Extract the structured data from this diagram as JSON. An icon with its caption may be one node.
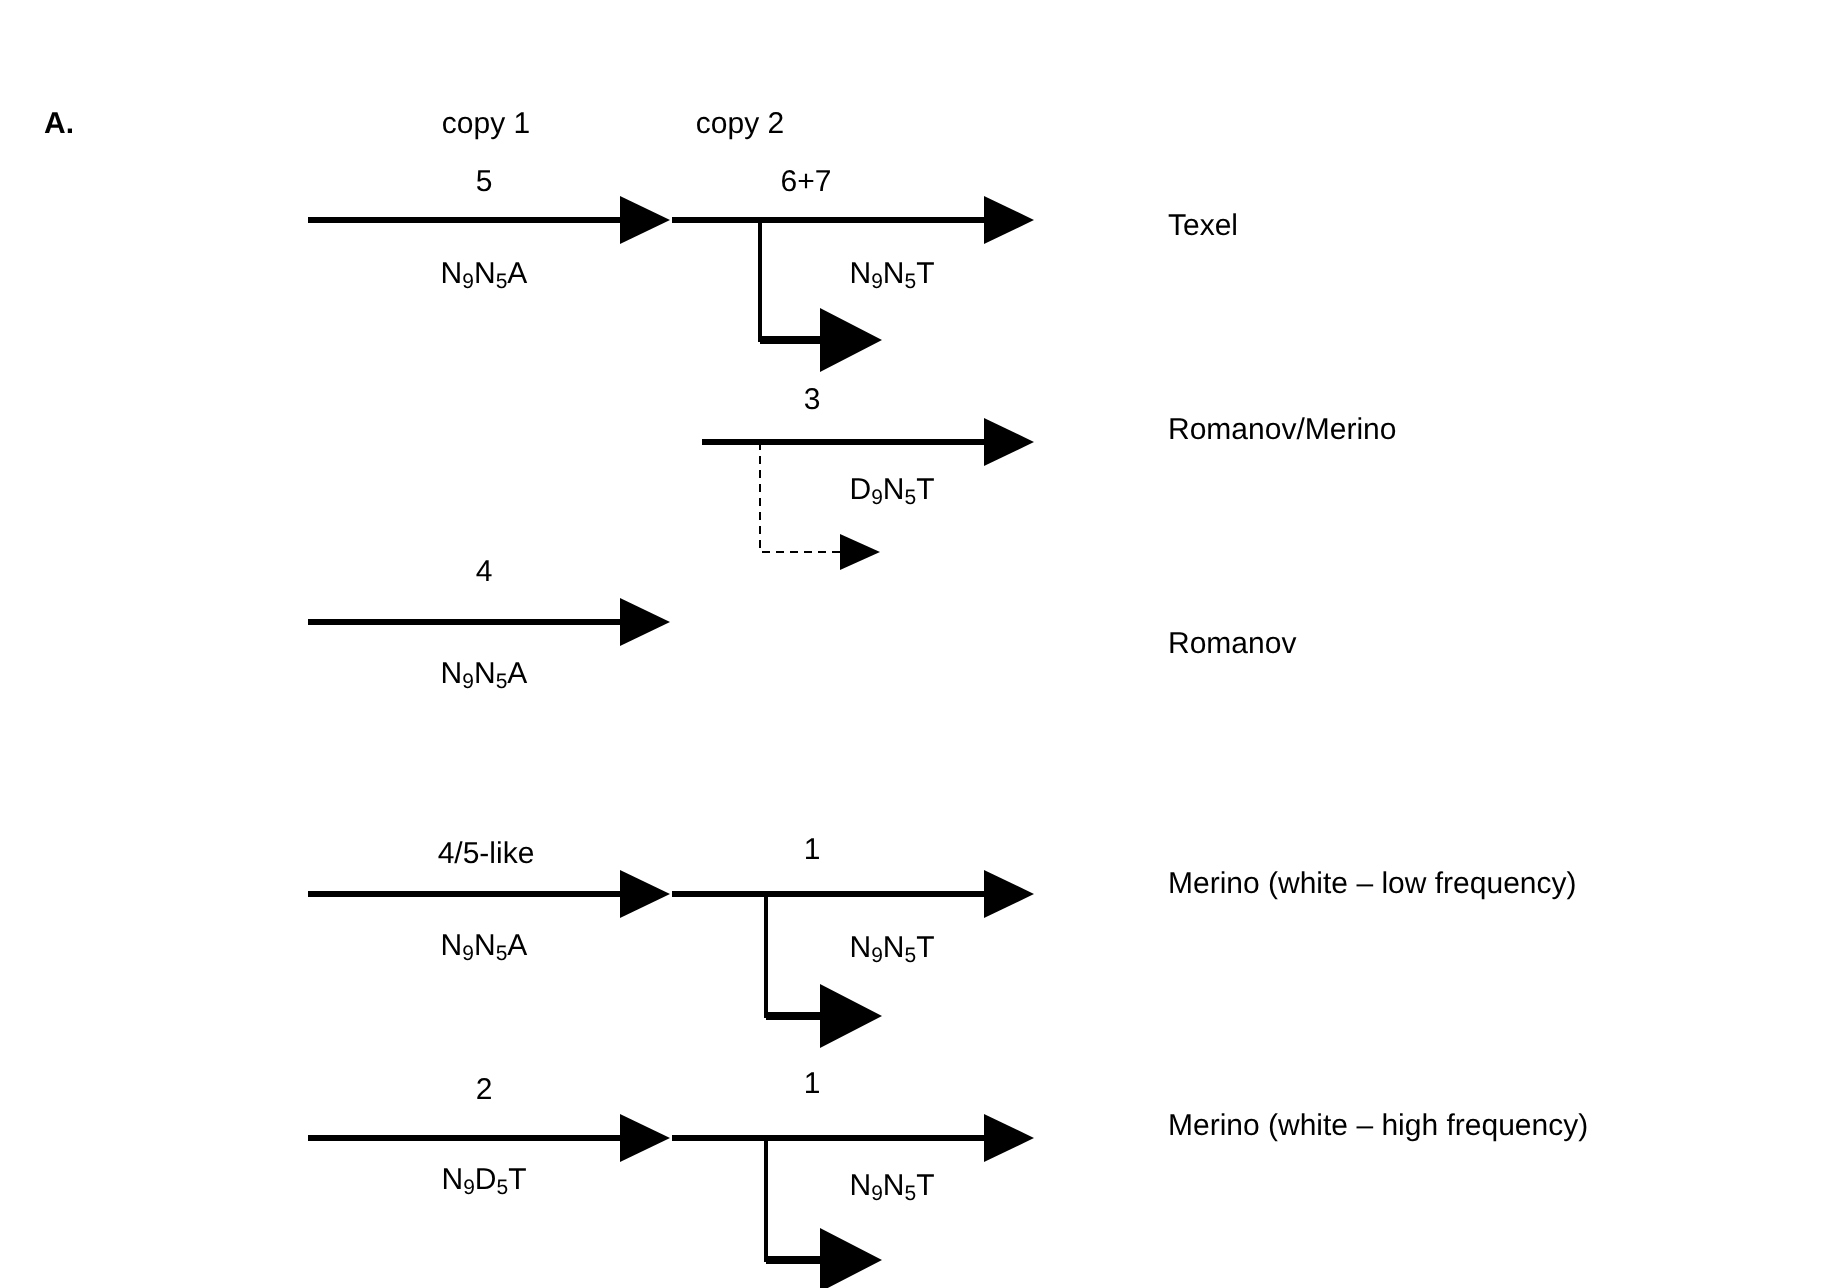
{
  "diagram": {
    "labels": [
      "A.",
      "copy 1",
      "copy 2",
      "5",
      "6+7",
      "Texel",
      "N$_{9}$N$_{5}$A",
      "N$_{9}$N$_{5}$T",
      "3",
      "Romanov/Merino",
      "D$_{9}$N$_{5}$T",
      "4",
      "Romanov",
      "N$_{9}$N$_{5}$A",
      "4/5-like",
      "1",
      "Merino (white – low frequency)",
      "N$_{9}$N$_{5}$A",
      "N$_{9}$N$_{5}$T",
      "2",
      "1",
      "Merino (white – high frequency)",
      "N$_{9}$D$_{5}$T",
      "N$_{9}$N$_{5}$T"
    ]
  }
}
